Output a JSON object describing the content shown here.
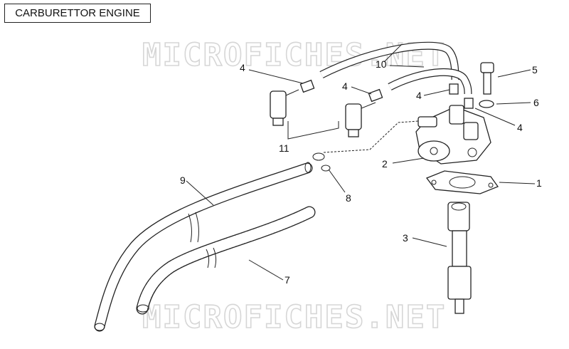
{
  "title": "CARBURETTOR ENGINE",
  "watermark": "MICROFICHES.NET",
  "colors": {
    "line": "#222222",
    "watermark": "#d6d6d6",
    "background": "#ffffff"
  },
  "callouts": [
    {
      "id": "c1",
      "label": "1"
    },
    {
      "id": "c2",
      "label": "2"
    },
    {
      "id": "c3",
      "label": "3"
    },
    {
      "id": "c4a",
      "label": "4"
    },
    {
      "id": "c4b",
      "label": "4"
    },
    {
      "id": "c4c",
      "label": "4"
    },
    {
      "id": "c4d",
      "label": "4"
    },
    {
      "id": "c5",
      "label": "5"
    },
    {
      "id": "c6",
      "label": "6"
    },
    {
      "id": "c7",
      "label": "7"
    },
    {
      "id": "c8",
      "label": "8"
    },
    {
      "id": "c9",
      "label": "9"
    },
    {
      "id": "c10",
      "label": "10"
    },
    {
      "id": "c11",
      "label": "11"
    }
  ]
}
